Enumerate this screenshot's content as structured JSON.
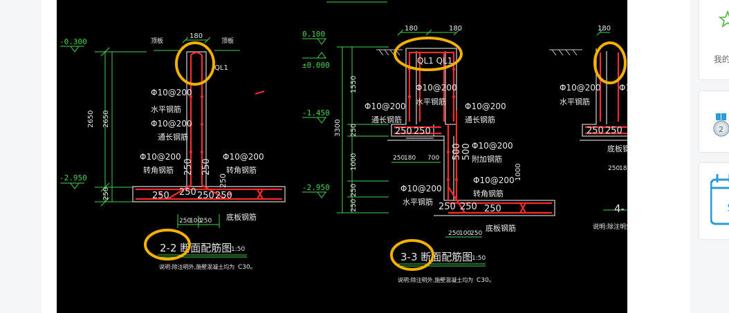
{
  "drawing": {
    "levels": {
      "minus_0300": "-0.300",
      "plus_0100": "0.100",
      "plus_0000": "±0.000",
      "minus_1450": "-1.450",
      "minus_2950_left": "-2.950",
      "minus_2950_mid": "-2.950"
    },
    "dims": {
      "d180": "180",
      "d2650": "2650",
      "d250": "250",
      "d100": "100",
      "d1550": "1550",
      "d3300": "3300",
      "d1000": "1000",
      "d700": "700",
      "d500": "500",
      "d180b": "180"
    },
    "tags": {
      "ql1": "QL1",
      "ql1_pair": "QL1 QL1"
    },
    "rebar": {
      "phi10_200": "Φ10@200",
      "horizontal": "水平钢筋",
      "through_long": "通长钢筋",
      "corner": "转角钢筋",
      "additional": "附加钢筋",
      "bottom_plate": "底板钢筋",
      "top_plate": "顶板"
    },
    "sections": {
      "s22_title": "2-2 断面配筋图",
      "s33_title": "3-3 断面配筋图",
      "s4_title": "4-",
      "scale": "1:50",
      "note": "说明:除注明外,施壁混凝土均为",
      "concrete": "C30。",
      "note_right": "说明:除注明外"
    }
  },
  "sidebar": {
    "mine_label": "我的"
  },
  "colors": {
    "page_bg": "#f4f5f7",
    "card_bg": "#ffffff",
    "cad_bg": "#000000",
    "cad_green": "#3fd64a",
    "cad_white": "#e8e8e8",
    "rebar_red": "#ff2a2a",
    "wall_outline": "#c8c8c8",
    "highlight_ring": "#f5b000",
    "icon_blue": "#2a9ad8",
    "icon_green": "#5fb94a"
  }
}
